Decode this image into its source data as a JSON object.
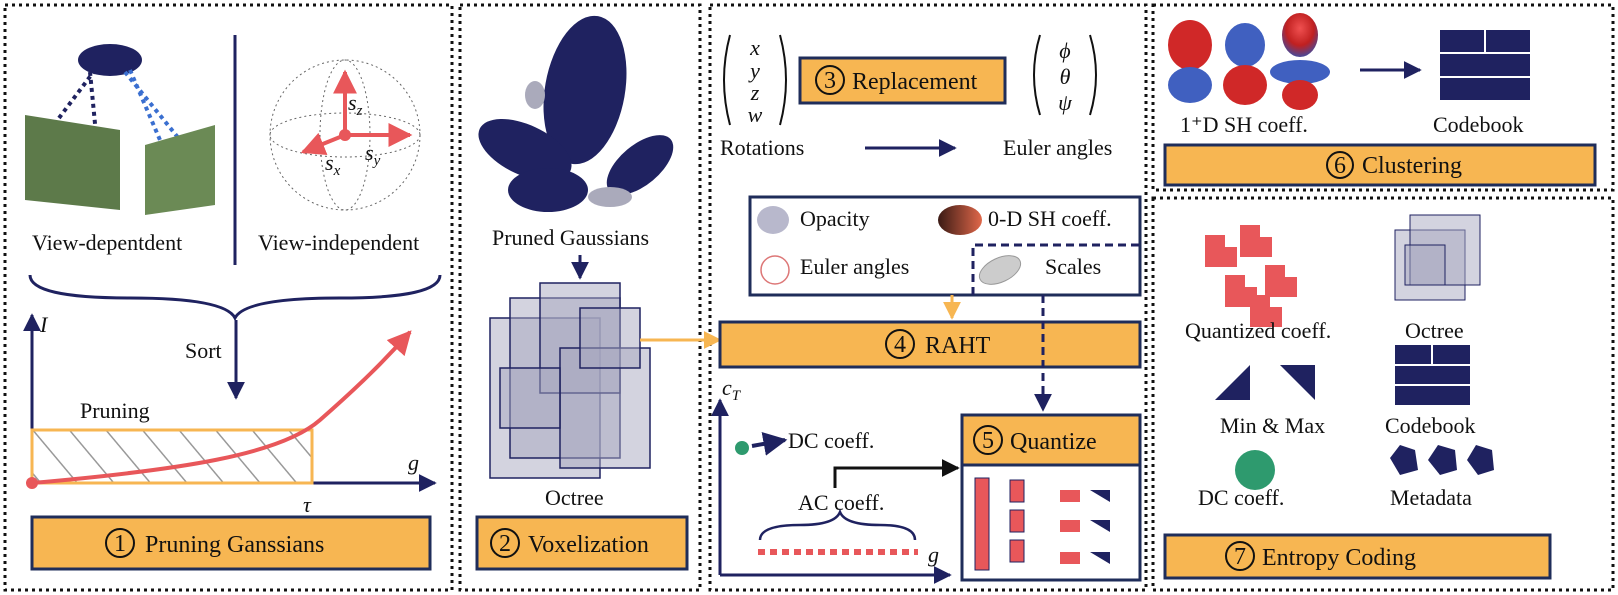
{
  "stages": {
    "s1": {
      "num": "1",
      "label": "Pruning Ganssians"
    },
    "s2": {
      "num": "2",
      "label": "Voxelization"
    },
    "s3": {
      "num": "3",
      "label": "Replacement"
    },
    "s4": {
      "num": "4",
      "label": "RAHT"
    },
    "s5": {
      "num": "5",
      "label": "Quantize"
    },
    "s6": {
      "num": "6",
      "label": "Clustering"
    },
    "s7": {
      "num": "7",
      "label": "Entropy Coding"
    }
  },
  "panel1": {
    "view_dependent": "View-depentdent",
    "view_independent": "View-independent",
    "sort": "Sort",
    "pruning": "Pruning",
    "y_axis": "I",
    "x_axis": "g",
    "threshold": "τ",
    "sz": "s",
    "sz_sub": "z",
    "sx": "s",
    "sx_sub": "x",
    "sy": "s",
    "sy_sub": "y"
  },
  "panel2": {
    "pruned": "Pruned Gaussians",
    "octree": "Octree"
  },
  "panel3": {
    "rot_vec": [
      "x",
      "y",
      "z",
      "w"
    ],
    "euler_vec": [
      "ϕ",
      "θ",
      "ψ"
    ],
    "rotations": "Rotations",
    "euler_angles": "Euler angles",
    "opacity": "Opacity",
    "sh0": "0-D SH coeff.",
    "euler": "Euler angles",
    "scales": "Scales",
    "y_axis": "c",
    "y_sub": "T",
    "dc": "DC coeff.",
    "ac": "AC coeff.",
    "x_axis": "g"
  },
  "panel6": {
    "sh": "1⁺D SH coeff.",
    "codebook": "Codebook"
  },
  "panel7": {
    "quantized": "Quantized coeff.",
    "octree": "Octree",
    "minmax": "Min & Max",
    "codebook": "Codebook",
    "dc": "DC coeff.",
    "metadata": "Metadata"
  },
  "colors": {
    "navy": "#1f2260",
    "orange": "#f7b652",
    "red": "#e8575a",
    "green": "#2e9a6e"
  }
}
